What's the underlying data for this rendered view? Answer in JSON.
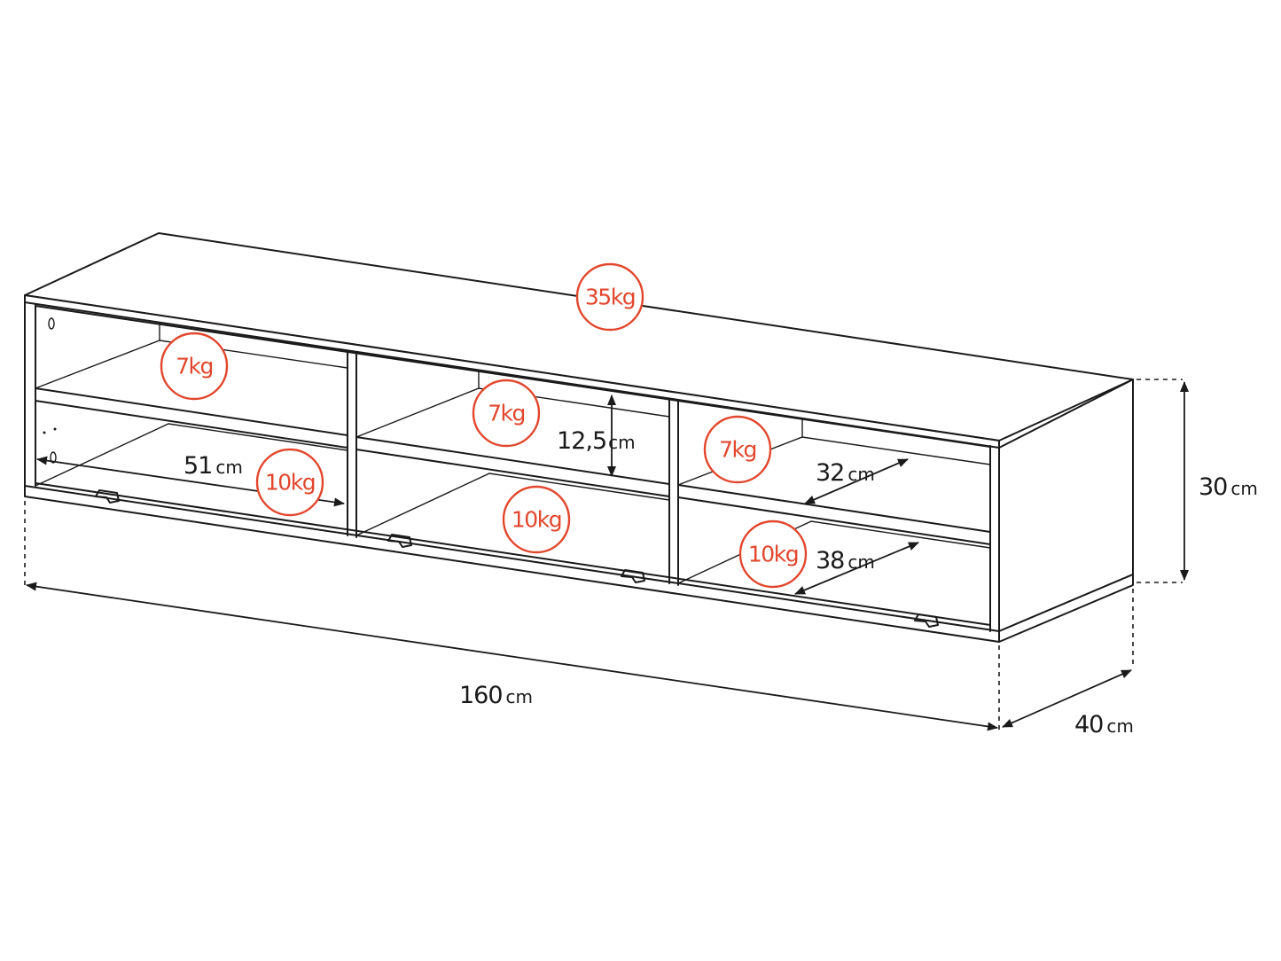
{
  "dimensions": {
    "width": {
      "value": "160",
      "unit": "cm"
    },
    "depth": {
      "value": "40",
      "unit": "cm"
    },
    "height": {
      "value": "30",
      "unit": "cm"
    },
    "compartment_width": {
      "value": "51",
      "unit": "cm"
    },
    "compartment_height": {
      "value": "12,5",
      "unit": "cm"
    },
    "upper_shelf_depth": {
      "value": "32",
      "unit": "cm"
    },
    "lower_shelf_depth": {
      "value": "38",
      "unit": "cm"
    }
  },
  "load_ratings": {
    "top": "35kg",
    "upper_left": "7kg",
    "upper_middle": "7kg",
    "upper_right": "7kg",
    "lower_left": "10kg",
    "lower_middle": "10kg",
    "lower_right": "10kg"
  },
  "colors": {
    "line": "#1a1a1a",
    "badge": "#e2472d",
    "background": "#ffffff"
  }
}
